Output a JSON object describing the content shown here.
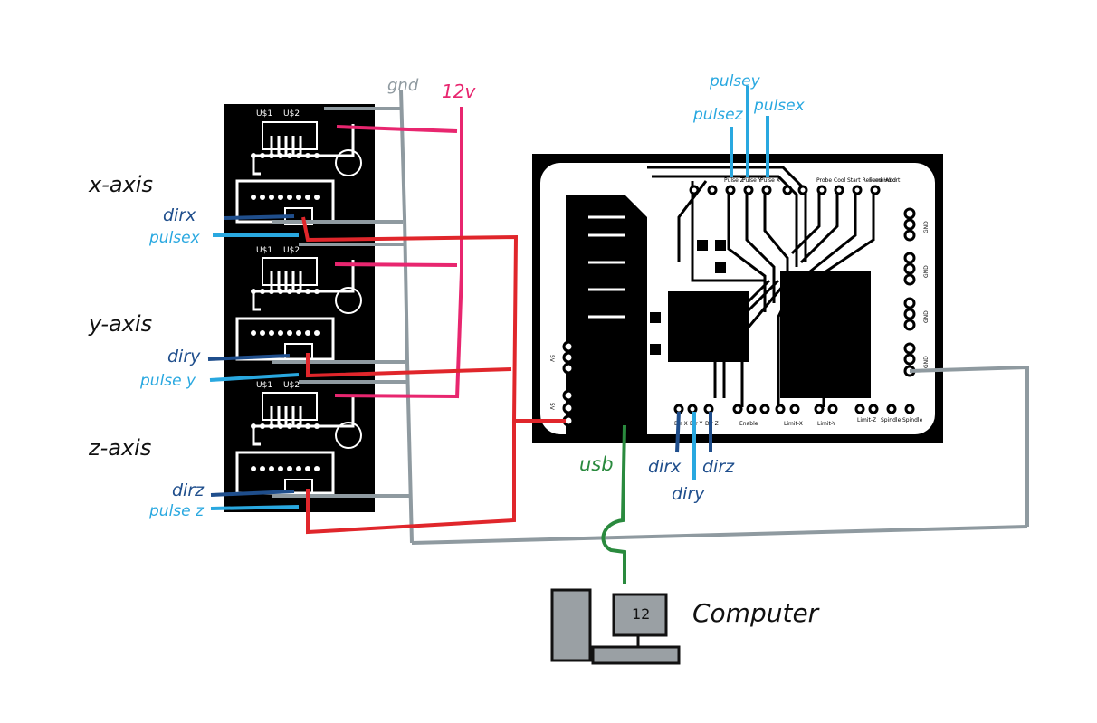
{
  "drivers": [
    {
      "axis_label": "x-axis",
      "chip_labels": [
        "U$1",
        "U$2"
      ],
      "dir_label": "dirx",
      "pulse_label": "pulsex"
    },
    {
      "axis_label": "y-axis",
      "chip_labels": [
        "U$1",
        "U$2"
      ],
      "dir_label": "diry",
      "pulse_label": "pulse y"
    },
    {
      "axis_label": "z-axis",
      "chip_labels": [
        "U$1",
        "U$2"
      ],
      "dir_label": "dirz",
      "pulse_label": "pulse z"
    }
  ],
  "rails": {
    "gnd": "gnd",
    "v12": "12v"
  },
  "controller": {
    "top_headers": [
      "Pulse Z",
      "Pulse Y",
      "Pulse X",
      "Probe",
      "Cool",
      "Start Resume",
      "Feed Hold",
      "Abort"
    ],
    "right_labels": [
      "GND",
      "GND",
      "GND",
      "GND"
    ],
    "left_labels": [
      "5V",
      "5V"
    ],
    "bottom_headers": [
      "Dir X",
      "Dir Y",
      "Dir Z",
      "Enable",
      "Limit-X",
      "Limit-Y",
      "Limit-Z",
      "Spindle",
      "Spindle"
    ]
  },
  "pulse_wires": {
    "pulsez": "pulsez",
    "pulsey": "pulsey",
    "pulsex": "pulsex"
  },
  "dir_wires": {
    "dirx": "dirx",
    "diry": "diry",
    "dirz": "dirz"
  },
  "usb_label": "usb",
  "computer_label": "Computer",
  "colors": {
    "gnd": "#8f9aa0",
    "v12": "#e8266f",
    "v5": "#e0262b",
    "dir": "#1f4e8c",
    "pulse": "#29a8e0",
    "usb": "#2a8a3e",
    "pcb": "#000000"
  }
}
